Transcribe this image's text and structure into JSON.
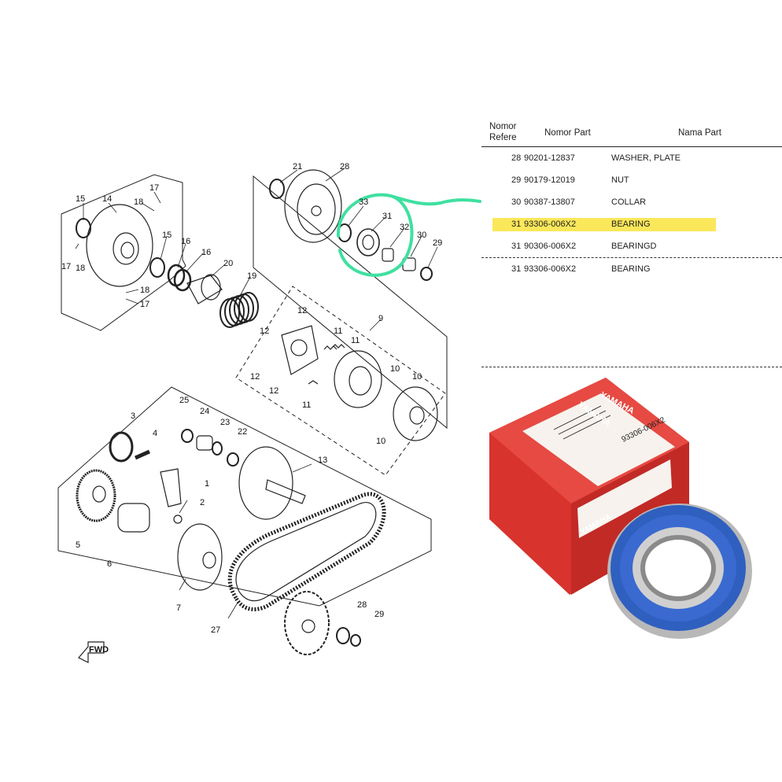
{
  "diagram": {
    "callouts": [
      "1",
      "2",
      "3",
      "4",
      "5",
      "6",
      "7",
      "9",
      "10",
      "10",
      "10",
      "11",
      "11",
      "11",
      "12",
      "12",
      "12",
      "12",
      "13",
      "14",
      "15",
      "15",
      "16",
      "16",
      "17",
      "17",
      "17",
      "18",
      "18",
      "18",
      "19",
      "20",
      "21",
      "22",
      "23",
      "24",
      "25",
      "27",
      "28",
      "28",
      "29",
      "29",
      "30",
      "31",
      "32",
      "33"
    ],
    "fwd_label": "FWD",
    "highlight_color": "#3fe0a0"
  },
  "table": {
    "headers": {
      "ref": "Nomor Refere",
      "part_number": "Nomor Part",
      "part_name": "Nama Part"
    },
    "rows": [
      {
        "ref": "28",
        "part_number": "90201-12837",
        "part_name": "WASHER, PLATE"
      },
      {
        "ref": "29",
        "part_number": "90179-12019",
        "part_name": "NUT"
      },
      {
        "ref": "30",
        "part_number": "90387-13807",
        "part_name": "COLLAR"
      },
      {
        "ref": "31",
        "part_number": "93306-006X2",
        "part_name": "BEARING"
      },
      {
        "ref": "31",
        "part_number": "90306-006X2",
        "part_name": "BEARINGD"
      },
      {
        "ref": "31",
        "part_number": "93306-006X2",
        "part_name": "BEARING"
      }
    ],
    "highlight_color": "#fbe75a"
  },
  "product": {
    "brand": "YAMAHA",
    "label_code": "93306-006X2",
    "box_color": "#e23a34",
    "seal_color": "#2f5fbf"
  }
}
